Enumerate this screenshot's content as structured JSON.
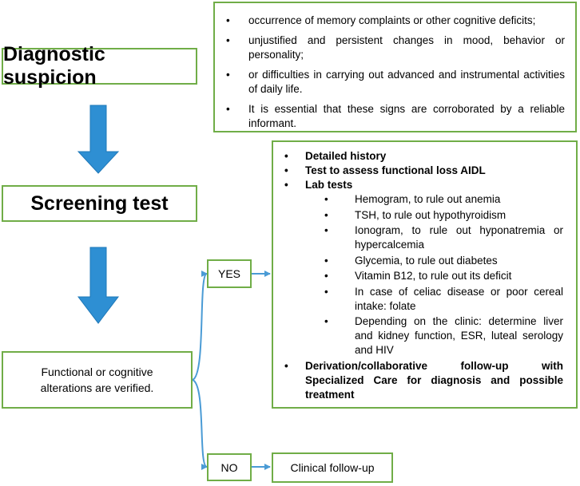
{
  "diagnostic_suspicion": {
    "label": "Diagnostic suspicion"
  },
  "criteria": {
    "items": [
      "occurrence of memory complaints or other cognitive deficits;",
      "unjustified and persistent changes in mood, behavior or personality;",
      "or difficulties in carrying out advanced and instrumental activities of daily life.",
      "It is essential that these signs are corroborated by a reliable informant."
    ]
  },
  "screening_test": {
    "label": "Screening test"
  },
  "verification": {
    "label": "Functional or cognitive alterations are verified."
  },
  "yes_branch": {
    "label": "YES"
  },
  "no_branch": {
    "label": "NO"
  },
  "clinical_followup": {
    "label": "Clinical follow-up"
  },
  "investigations": {
    "detailed_history": "Detailed history",
    "functional_test": "Test to assess functional loss AIDL",
    "lab_tests": {
      "label": "Lab tests",
      "items": [
        "Hemogram, to rule out anemia",
        "TSH, to rule out hypothyroidism",
        "Ionogram, to rule out hyponatremia or hypercalcemia",
        "Glycemia, to rule out diabetes",
        "Vitamin B12, to rule out its deficit",
        "In case of celiac disease or poor cereal intake: folate",
        "Depending on the clinic: determine liver and kidney function, ESR, luteal serology and HIV"
      ]
    },
    "referral": "Derivation/collaborative follow-up with Specialized Care for diagnosis and possible treatment"
  },
  "colors": {
    "box_border": "#70ad47",
    "arrow_fill": "#2e8fd3",
    "connector": "#4a9bd5"
  }
}
